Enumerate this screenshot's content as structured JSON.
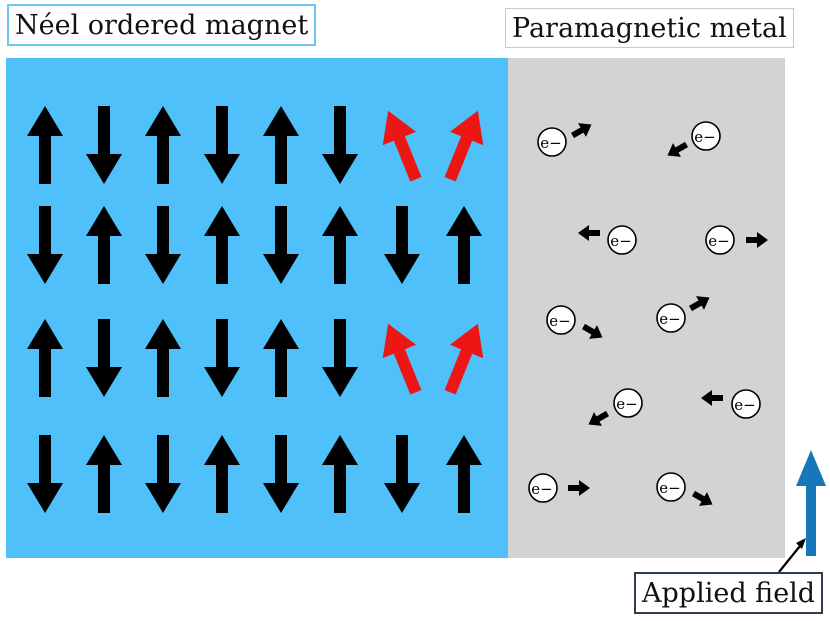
{
  "titles": {
    "magnet": "Néel ordered magnet",
    "metal": "Paramagnetic metal",
    "field": "Applied field"
  },
  "electron_label": "e−",
  "colors": {
    "magnet_region": "#50c0fa",
    "metal_region": "#d3d3d3",
    "spin": "#000000",
    "canted_spin": "#ee1515",
    "field_arrow": "#1678b8"
  },
  "magnet_lattice": {
    "rows": [
      [
        "up",
        "down",
        "up",
        "down",
        "up",
        "down",
        "canted",
        "canted"
      ],
      [
        "down",
        "up",
        "down",
        "up",
        "down",
        "up",
        "down",
        "up"
      ],
      [
        "up",
        "down",
        "up",
        "down",
        "up",
        "down",
        "canted",
        "canted"
      ],
      [
        "down",
        "up",
        "down",
        "up",
        "down",
        "up",
        "down",
        "up"
      ]
    ]
  },
  "electrons": [
    {
      "spin": "up-right"
    },
    {
      "spin": "down-left"
    },
    {
      "spin": "left"
    },
    {
      "spin": "right"
    },
    {
      "spin": "down-right"
    },
    {
      "spin": "up-right"
    },
    {
      "spin": "down-left"
    },
    {
      "spin": "left"
    },
    {
      "spin": "right"
    },
    {
      "spin": "down-right"
    }
  ],
  "applied_field": {
    "direction": "up"
  }
}
